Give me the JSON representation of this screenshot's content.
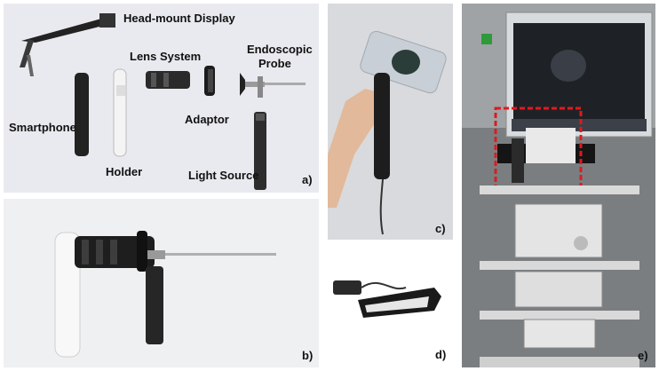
{
  "panel_a": {
    "labels": {
      "hmd": "Head-mount Display",
      "lens": "Lens System",
      "probe_line1": "Endoscopic",
      "probe_line2": "Probe",
      "smartphone": "Smartphone",
      "adaptor": "Adaptor",
      "holder": "Holder",
      "light": "Light Source"
    },
    "tag": "a)"
  },
  "panel_b": {
    "tag": "b)"
  },
  "panel_c": {
    "tag": "c)"
  },
  "panel_d": {
    "tag": "d)"
  },
  "panel_e": {
    "tag": "e)"
  }
}
